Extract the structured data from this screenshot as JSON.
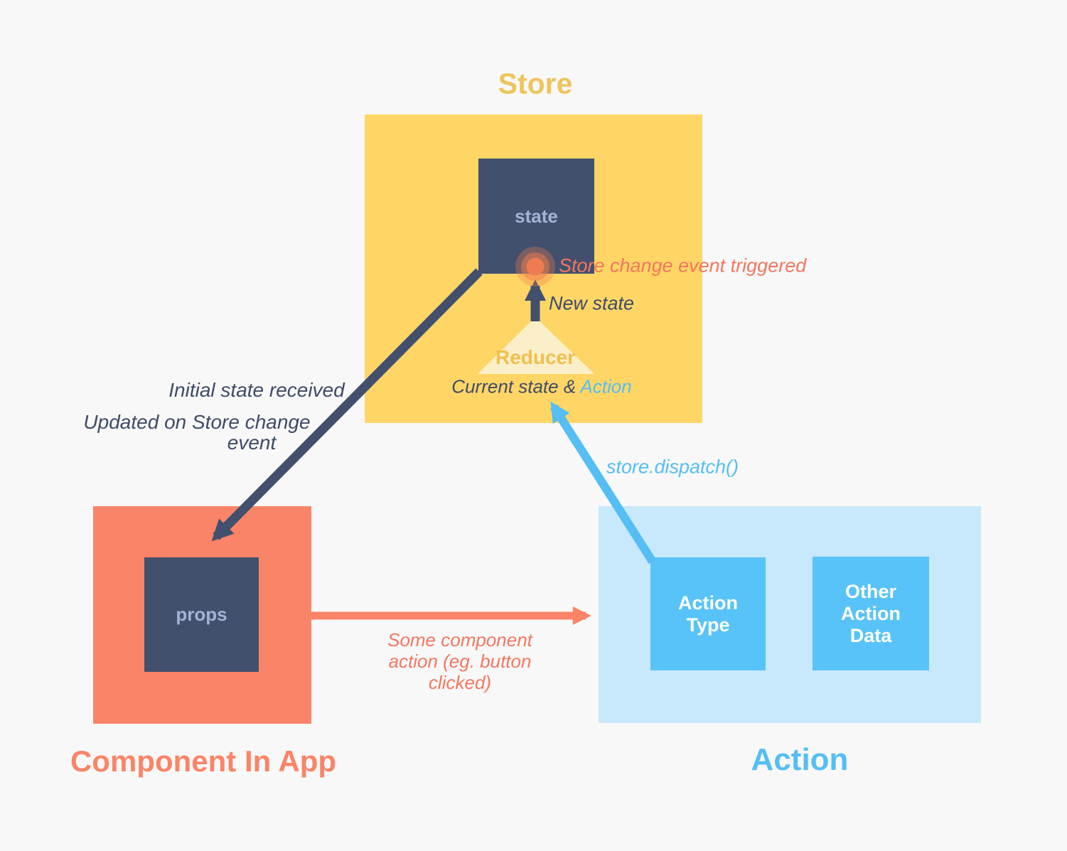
{
  "colors": {
    "background": "#f8f8f8",
    "navy": "#42506e",
    "navy_text": "#3e4b68",
    "periwinkle": "#a5b2d6",
    "store_yellow": "#ffd666",
    "store_title": "#edc55c",
    "reducer_triangle": "#faefc9",
    "reducer_text": "#f1bf4b",
    "coral": "#fa8467",
    "coral_text": "#f4765e",
    "blue": "#54bef5",
    "blue_pale": "#c8e8fb",
    "blue_box": "#58c3f8",
    "white": "#ffffff",
    "ripple_outer": "rgba(240,125,75,0.33)",
    "ripple_mid": "rgba(240,125,75,0.5)",
    "ripple_core": "#ee7c50"
  },
  "store": {
    "title": "Store",
    "state_label": "state",
    "reducer_label": "Reducer",
    "reducer_input": {
      "prefix": "Current state & ",
      "highlight": "Action"
    },
    "new_state_label": "New state",
    "change_event_label": "Store change event triggered"
  },
  "component": {
    "title": "Component In App",
    "props_label": "props",
    "initial_state_label": "Initial state received",
    "updated_lines": [
      "Updated on Store change",
      "event"
    ],
    "dispatch_action_lines": [
      "Some component",
      "action (eg. button",
      "clicked)"
    ]
  },
  "action": {
    "title": "Action",
    "type_lines": [
      "Action",
      "Type"
    ],
    "other_lines": [
      "Other",
      "Action",
      "Data"
    ],
    "dispatch_label": "store.dispatch()"
  }
}
